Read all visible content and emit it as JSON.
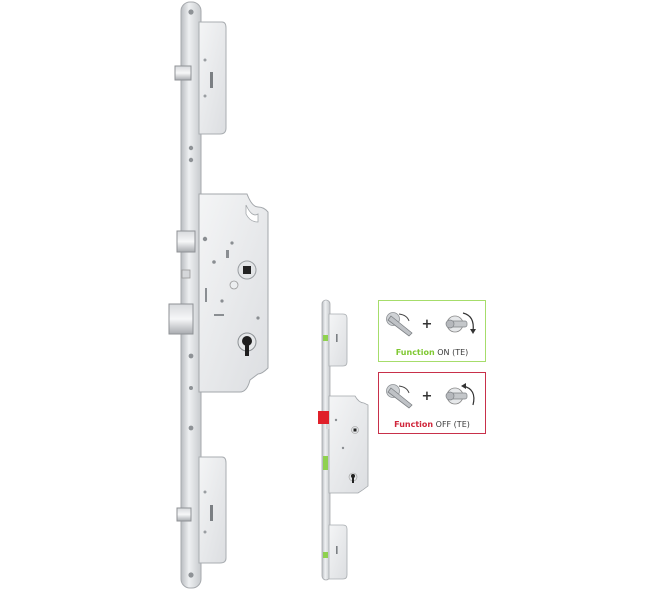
{
  "function_on": {
    "keyword": "Function",
    "label": "ON (TE)",
    "color": "#7fc832",
    "border_color": "#a6dd6b",
    "icons": [
      "lever-handle-icon",
      "plus-icon",
      "key-cylinder-icon",
      "rotate-clockwise-arrow-icon"
    ]
  },
  "function_off": {
    "keyword": "Function",
    "label": "OFF (TE)",
    "color": "#d0263b",
    "border_color": "#c8304a",
    "icons": [
      "lever-handle-icon",
      "plus-icon",
      "key-cylinder-icon",
      "rotate-counterclockwise-arrow-icon"
    ]
  },
  "indicator_colors": {
    "green_marker": "#8fd14f",
    "red_latch": "#e0202a"
  }
}
